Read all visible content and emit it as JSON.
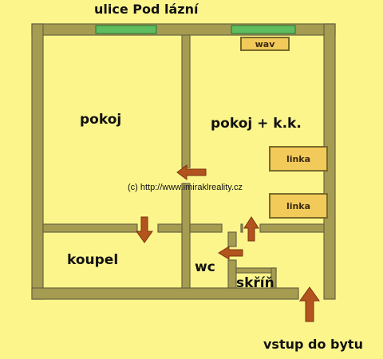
{
  "street": "ulice Pod lázní",
  "entrance": "vstup do bytu",
  "copyright": "(c) http://www.imiraklreality.cz",
  "rooms": {
    "room_1": "pokoj",
    "room_2": "pokoj + k.k.",
    "bathroom": "koupel",
    "wc": "wc",
    "closet": "skříň"
  },
  "fixtures": {
    "water_heater": "wav",
    "kitchen_line_1": "linka",
    "kitchen_line_2": "linka"
  },
  "colors": {
    "background": "#fcf58c",
    "wall": "#a59c52",
    "window": "#5ebd5e",
    "fixture": "#f2ca5a",
    "arrow": "#b3541e"
  }
}
